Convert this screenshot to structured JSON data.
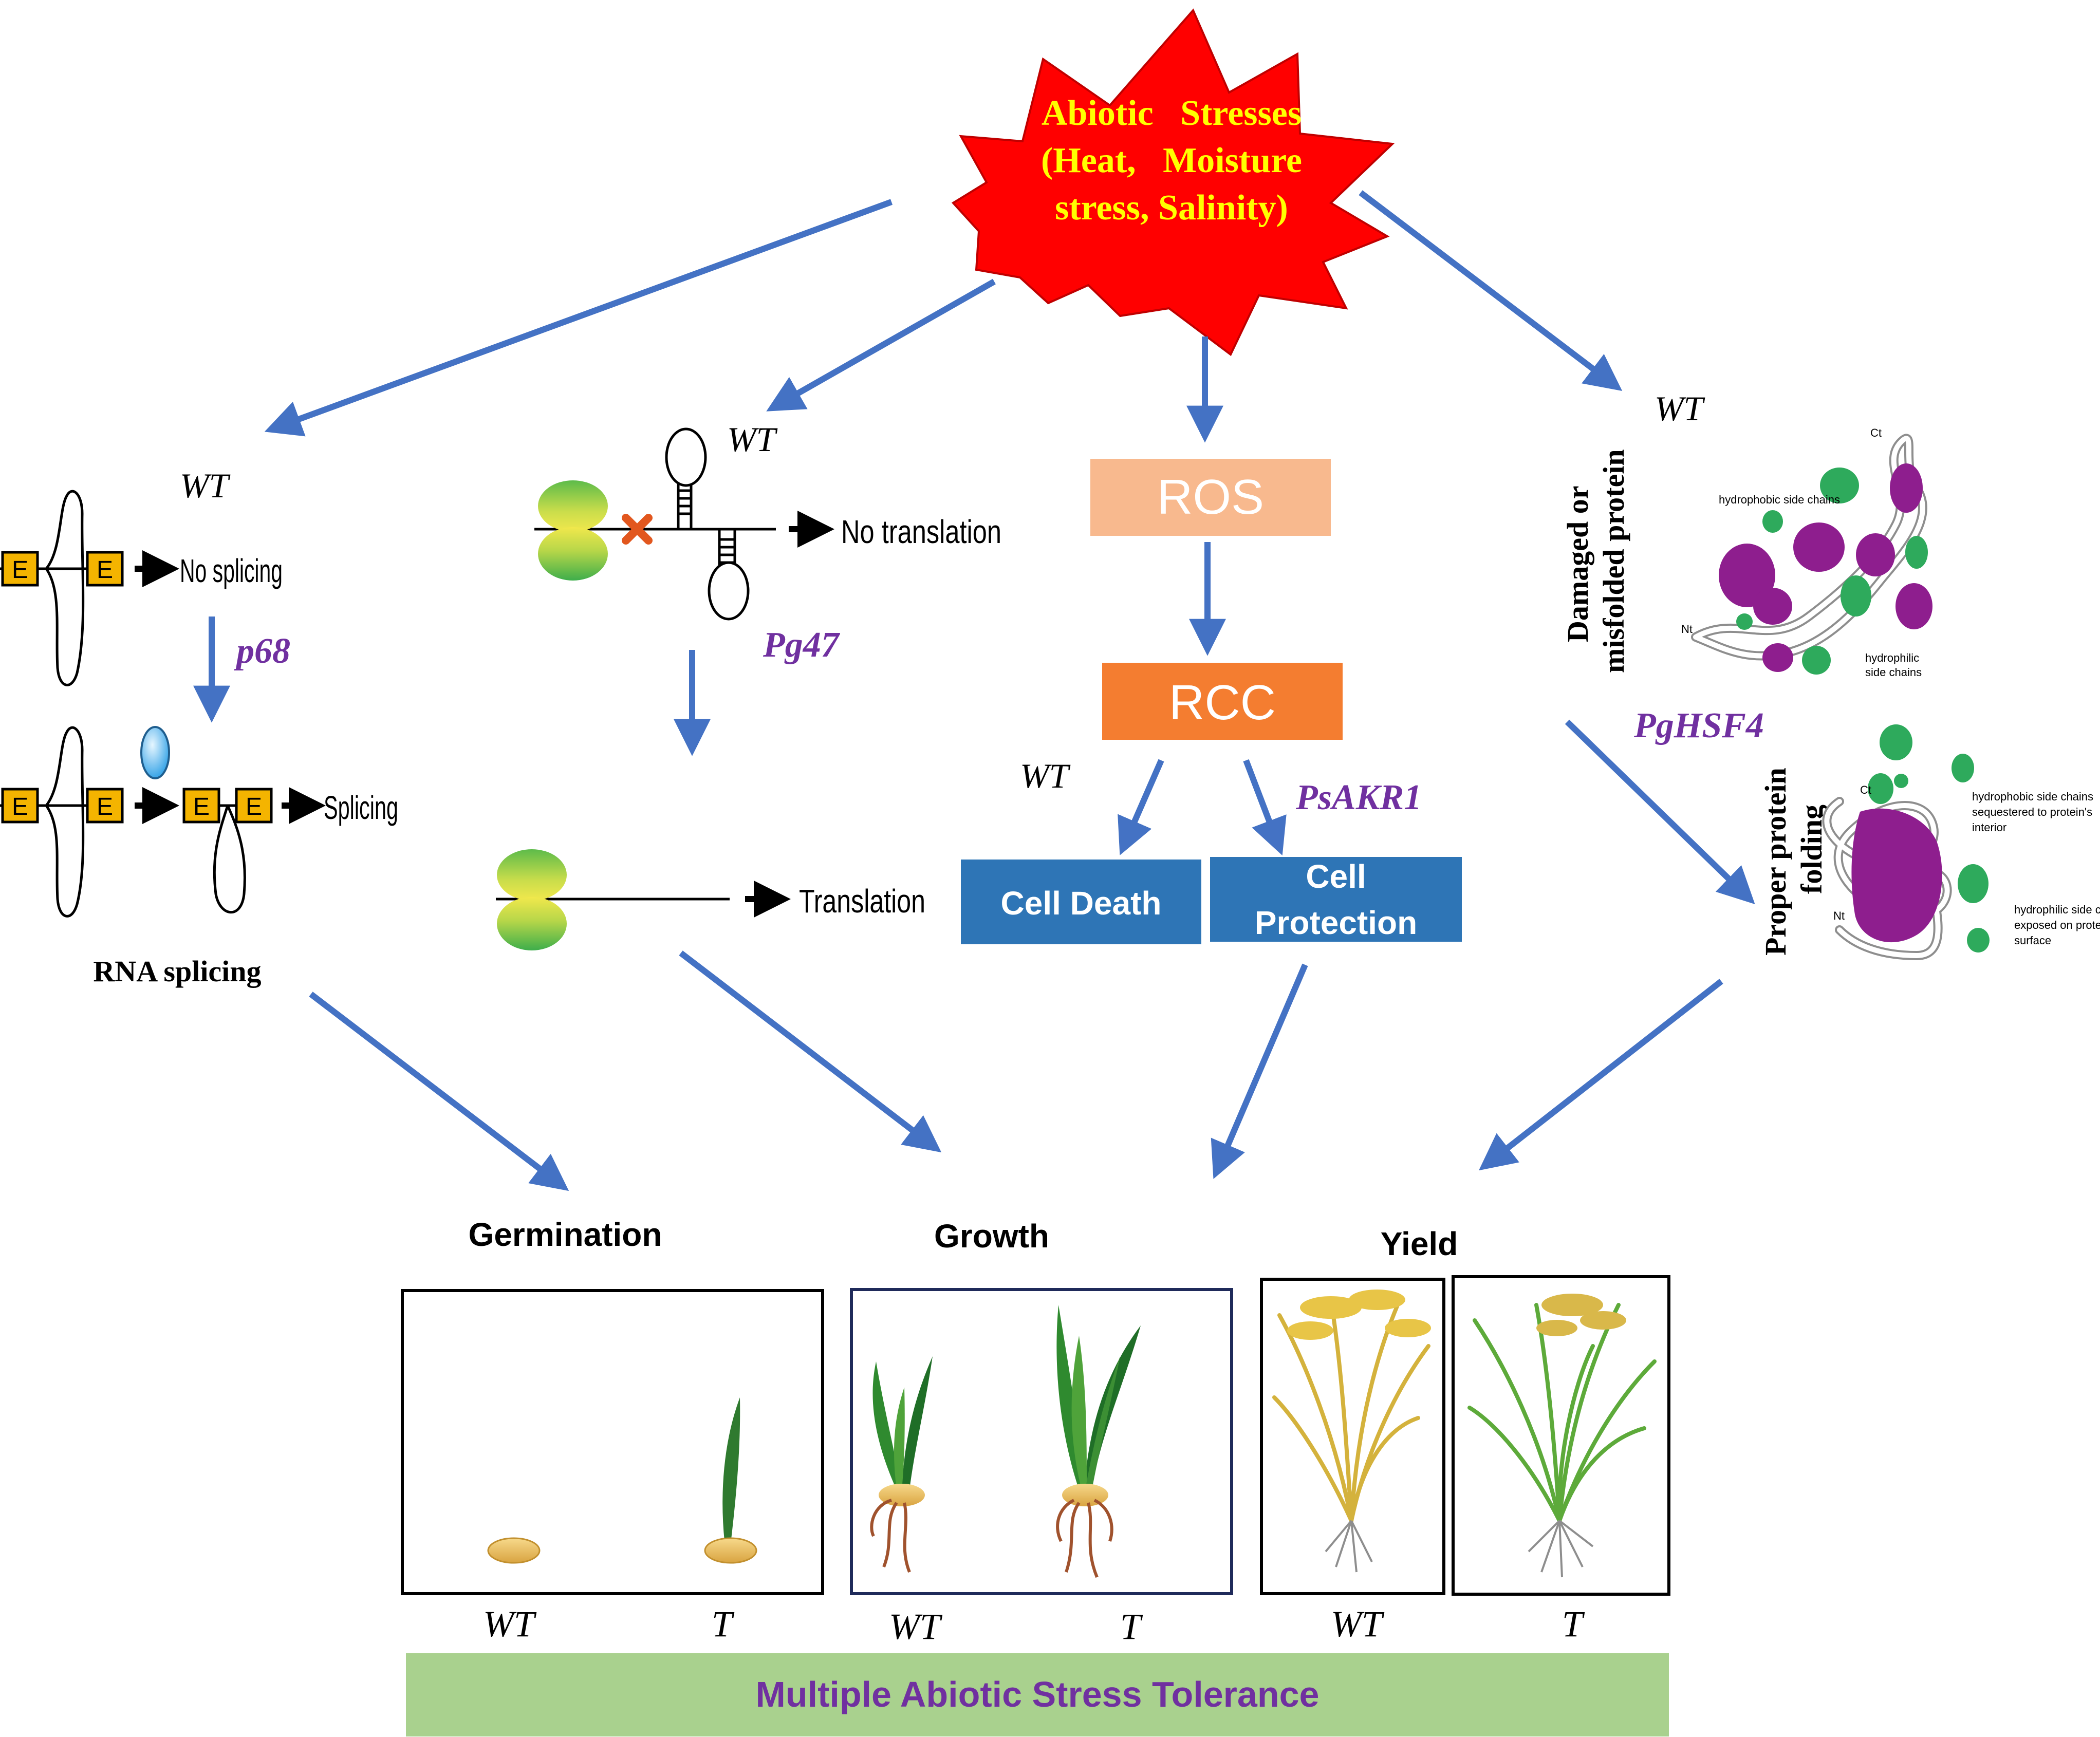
{
  "stress": {
    "line1": "Abiotic   Stresses",
    "line2": "(Heat,   Moisture",
    "line3": "stress, Salinity)"
  },
  "splicing": {
    "wt": "WT",
    "no_splicing": "No splicing",
    "gene": "p68",
    "splicing": "Splicing",
    "exon": "E",
    "caption": "RNA splicing"
  },
  "translation": {
    "wt": "WT",
    "no_translation": "No translation",
    "gene": "Pg47",
    "translation": "Translation"
  },
  "ros": {
    "ros": "ROS",
    "rcc": "RCC",
    "wt": "WT",
    "gene": "PsAKR1",
    "cell_death": "Cell Death",
    "cell_protection_1": "Cell",
    "cell_protection_2": "Protection"
  },
  "protein": {
    "wt": "WT",
    "damaged_1": "Damaged or",
    "damaged_2": "misfolded protein",
    "gene": "PgHSF4",
    "proper_1": "Proper protein",
    "proper_2": "folding",
    "hydrophobic_side_chains": "hydrophobic side chains",
    "hydrophilic_side_chains_1": "hydrophilic",
    "hydrophilic_side_chains_2": "side chains",
    "ct": "Ct",
    "nt": "Nt",
    "sequestered_1": "hydrophobic side chains",
    "sequestered_2": "sequestered to protein's",
    "sequestered_3": "interior",
    "exposed_1": "hydrophilic side chains",
    "exposed_2": "exposed on protein's",
    "exposed_3": "surface"
  },
  "outcomes": {
    "germination": "Germination",
    "growth": "Growth",
    "yield": "Yield",
    "wt": "WT",
    "t": "T"
  },
  "banner": "Multiple Abiotic Stress Tolerance",
  "colors": {
    "arrow": "#4472C4",
    "star": "#FF0000",
    "star_text": "#FFFF00",
    "gene_label": "#7030A0",
    "ros_box": "#F8B98E",
    "rcc_box": "#F47D30",
    "cell_box": "#2E75B6",
    "exon": "#F4B400",
    "banner": "#A9D18E",
    "protein_green": "#2EAA5C",
    "protein_purple": "#8E1E8E"
  }
}
